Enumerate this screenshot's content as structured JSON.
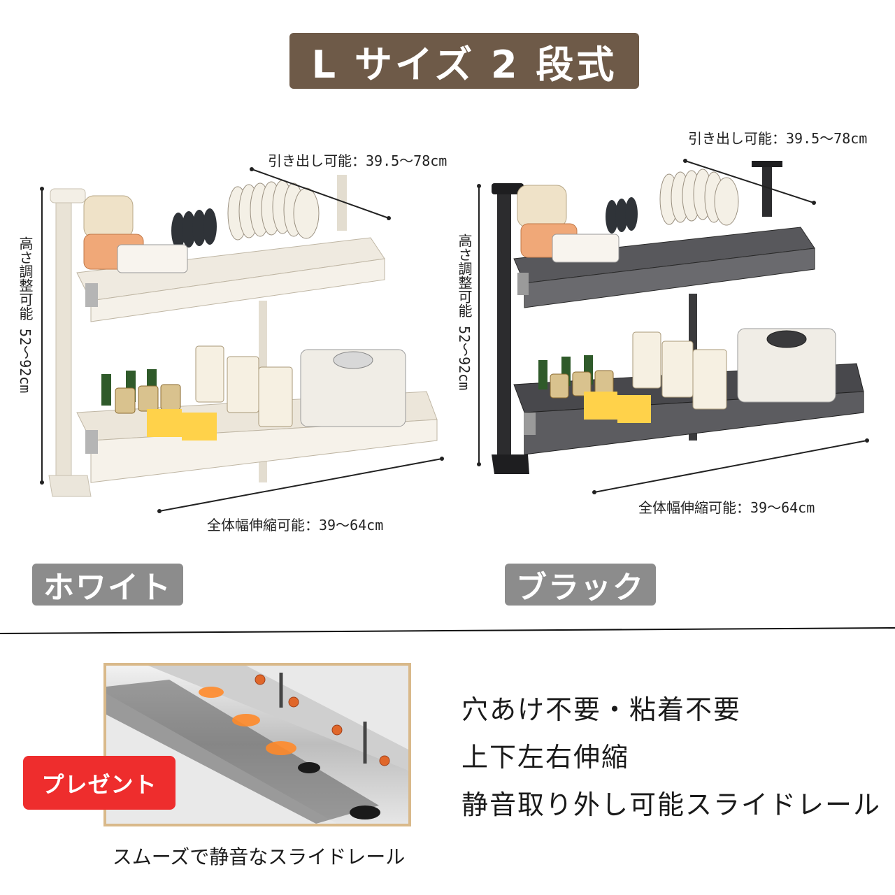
{
  "title": "L サイズ 2 段式",
  "white_variant": {
    "color_label": "ホワイト",
    "pull_out_label": "引き出し可能：39.5〜78cm",
    "height_label": "高さ調整可能 52〜92cm",
    "width_label": "全体幅伸縮可能：39〜64cm"
  },
  "black_variant": {
    "color_label": "ブラック",
    "pull_out_label": "引き出し可能：39.5〜78cm",
    "height_label": "高さ調整可能 52〜92cm",
    "width_label": "全体幅伸縮可能：39〜64cm"
  },
  "present": {
    "badge": "プレゼント",
    "caption": "スムーズで静音なスライドレール"
  },
  "features": [
    "穴あけ不要・粘着不要",
    "上下左右伸縮",
    "静音取り外し可能スライドレール"
  ],
  "colors": {
    "title_bg": "#6e5a48",
    "badge_gray": "#8c8c8c",
    "present_red": "#ee2d2d",
    "frame_tan": "#d9b98a"
  }
}
